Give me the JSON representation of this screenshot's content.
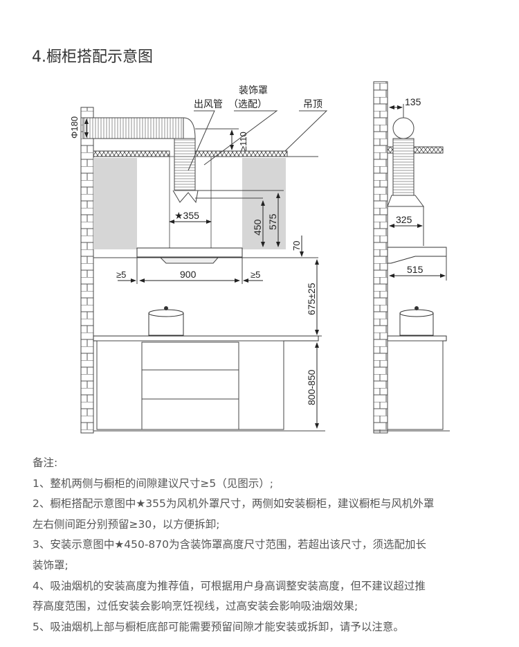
{
  "title": "4.橱柜搭配示意图",
  "diagram": {
    "labels": {
      "duct": "出风管",
      "cover": "装饰罩",
      "cover_optional": "（选配）",
      "ceiling": "吊顶"
    },
    "dimensions": {
      "duct_diameter": "Φ180",
      "duct_clearance": "≥110",
      "hood_cover_width": "★355",
      "h450": "450",
      "h575": "575",
      "h70": "70",
      "gap_left": "≥5",
      "hood_width": "900",
      "gap_right": "≥5",
      "install_height": "675±25",
      "cabinet_height": "800-850",
      "side_135": "135",
      "side_325": "325",
      "side_515": "515"
    }
  },
  "notes": {
    "heading": "备注:",
    "lines": [
      "1、整机两侧与橱柜的间隙建议尺寸≥5（见图示）;",
      "2、橱柜搭配示意图中★355为风机外罩尺寸，两侧如安装橱柜，建议橱柜与风机外罩",
      "左右侧间距分别预留≥30，以方便拆卸;",
      "3、安装示意图中★450-870为含装饰罩高度尺寸范围，若超出该尺寸，须选配加长",
      "装饰罩;",
      "4、吸油烟机的安装高度为推荐值，可根据用户身高调整安装高度，但不建议超过推",
      "荐高度范围，过低安装会影响烹饪视线，过高安装会影响吸油烟效果;",
      "5、吸油烟机上部与橱柜底部可能需要预留间隙才能安装或拆卸，请予以注意。"
    ]
  }
}
